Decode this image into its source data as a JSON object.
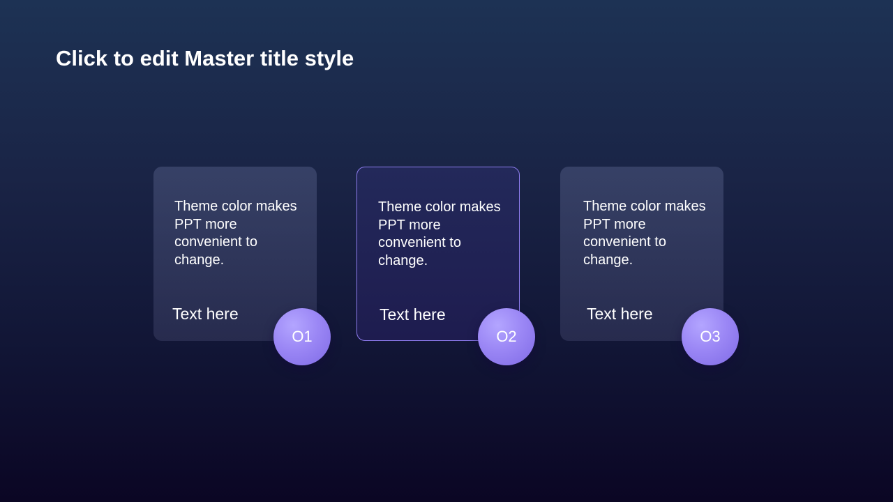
{
  "slide": {
    "title": "Click to edit Master title style",
    "cards": [
      {
        "body": "Theme color makes PPT more convenient to change.",
        "label": "Text here",
        "number": "O1",
        "highlighted": false
      },
      {
        "body": "Theme color makes PPT more convenient to change.",
        "label": "Text here",
        "number": "O2",
        "highlighted": true
      },
      {
        "body": "Theme color makes PPT more convenient to change.",
        "label": "Text here",
        "number": "O3",
        "highlighted": false
      }
    ]
  },
  "colors": {
    "accent": "#9b87f5",
    "highlight_border": "#8f7df0",
    "background_top": "#1d3254",
    "background_bottom": "#0b0624",
    "text": "#ffffff"
  }
}
